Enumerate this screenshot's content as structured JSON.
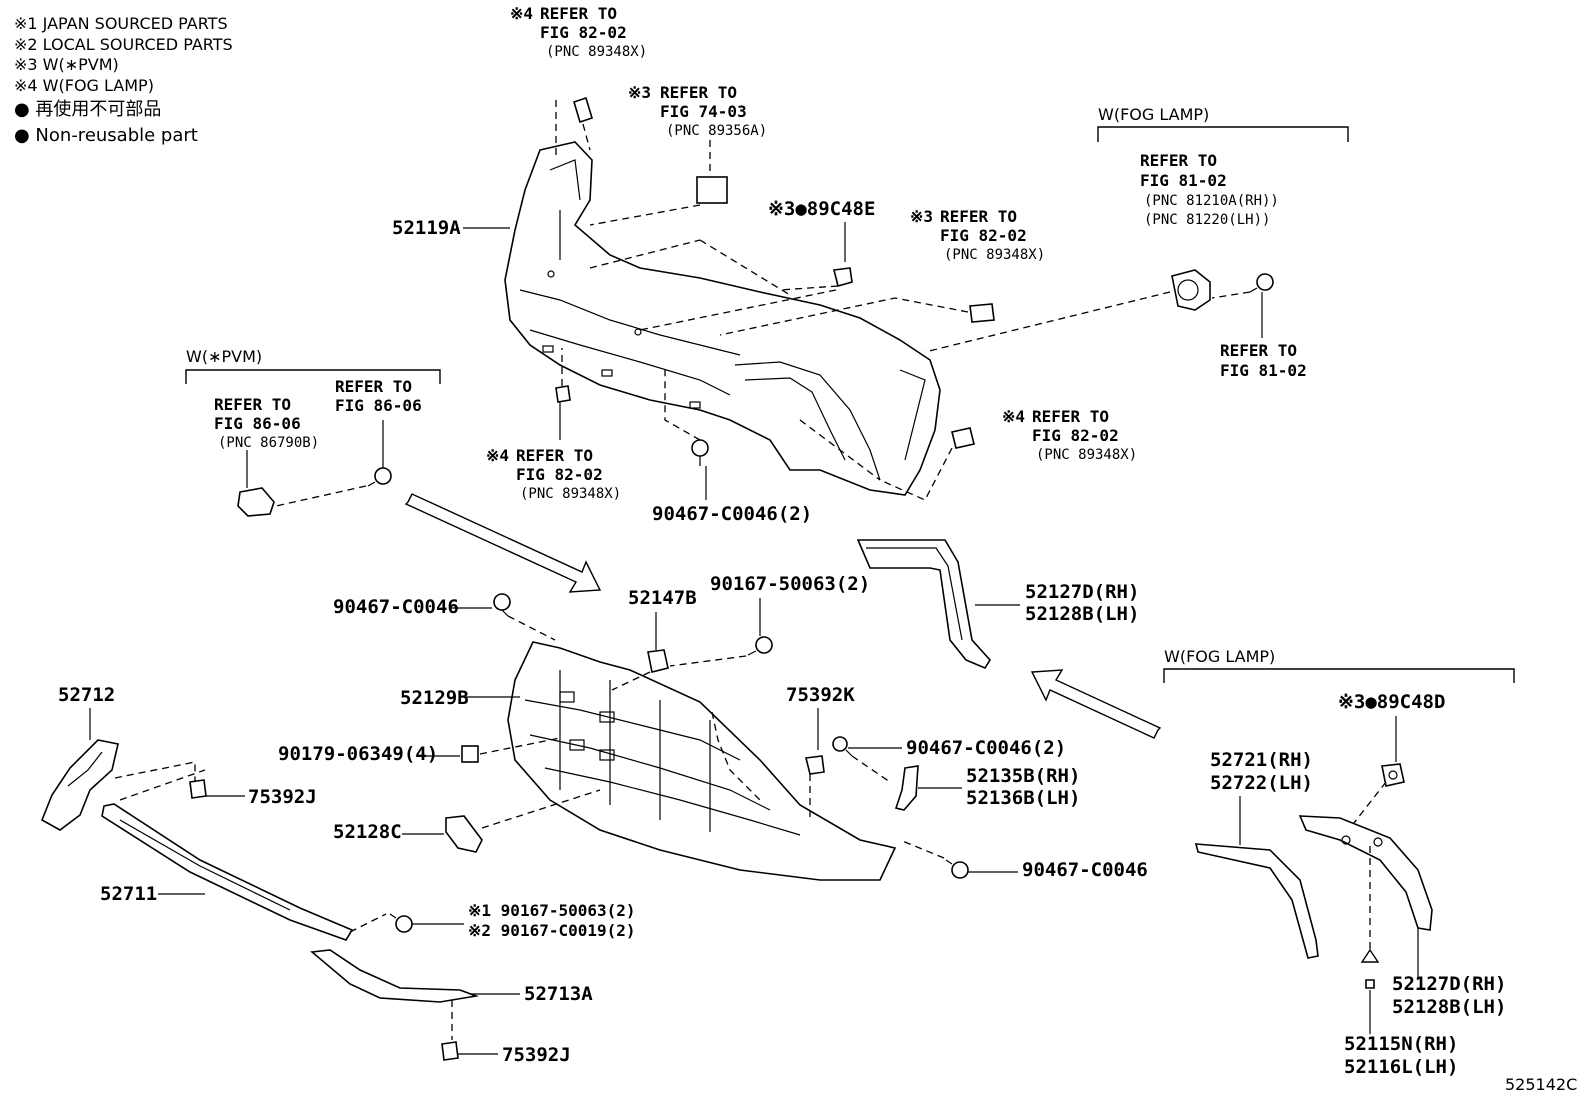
{
  "legend": {
    "note1": "※1 JAPAN SOURCED PARTS",
    "note2": "※2 LOCAL SOURCED PARTS",
    "note3": "※3 W(∗PVM)",
    "note4": "※4 W(FOG LAMP)",
    "nonreusable_jp": "● 再使用不可部品",
    "nonreusable_en": "● Non-reusable part"
  },
  "groups": {
    "fog_lamp_top": "W(FOG LAMP)",
    "pvm": "W(∗PVM)",
    "fog_lamp_bottom": "W(FOG LAMP)"
  },
  "refs": {
    "r1": {
      "mark": "※4",
      "line1": "REFER TO",
      "line2": "FIG 82-02",
      "pnc": "(PNC 89348X)"
    },
    "r2": {
      "mark": "※3",
      "line1": "REFER TO",
      "line2": "FIG 74-03",
      "pnc": "(PNC 89356A)"
    },
    "r3": {
      "mark": "※3",
      "line1": "REFER TO",
      "line2": "FIG 82-02",
      "pnc": "(PNC 89348X)"
    },
    "r4": {
      "line1": "REFER TO",
      "line2": "FIG 81-02",
      "pnc1": "(PNC 81210A(RH))",
      "pnc2": "(PNC 81220(LH))"
    },
    "r5": {
      "line1": "REFER TO",
      "line2": "FIG 81-02"
    },
    "r6": {
      "line1": "REFER TO",
      "line2": "FIG 86-06",
      "pnc": "(PNC 86790B)"
    },
    "r7": {
      "line1": "REFER TO",
      "line2": "FIG 86-06"
    },
    "r8": {
      "mark": "※4",
      "line1": "REFER TO",
      "line2": "FIG 82-02",
      "pnc": "(PNC 89348X)"
    },
    "r9": {
      "mark": "※4",
      "line1": "REFER TO",
      "line2": "FIG 82-02",
      "pnc": "(PNC 89348X)"
    }
  },
  "parts": {
    "p52119A": "52119A",
    "p89C48E": "※3●89C48E",
    "p90467_2a": "90467-C0046(2)",
    "p52127D_rh_top": "52127D(RH)",
    "p52128B_lh_top": "52128B(LH)",
    "p90467_a": "90467-C0046",
    "p52147B": "52147B",
    "p90167_2": "90167-50063(2)",
    "p52129B": "52129B",
    "p75392K": "75392K",
    "p90179": "90179-06349(4)",
    "p90467_2b": "90467-C0046(2)",
    "p52135B": "52135B(RH)",
    "p52136B": "52136B(LH)",
    "p52128C": "52128C",
    "p90467_b": "90467-C0046",
    "p52712": "52712",
    "p75392J_a": "75392J",
    "p52711": "52711",
    "p90167_s1": "※1 90167-50063(2)",
    "p90167_s2": "※2 90167-C0019(2)",
    "p52713A": "52713A",
    "p75392J_b": "75392J",
    "p89C48D": "※3●89C48D",
    "p52721": "52721(RH)",
    "p52722": "52722(LH)",
    "p52127D_rh_bot": "52127D(RH)",
    "p52128B_lh_bot": "52128B(LH)",
    "p52115N": "52115N(RH)",
    "p52116L": "52116L(LH)"
  },
  "illustration_id": "525142C"
}
